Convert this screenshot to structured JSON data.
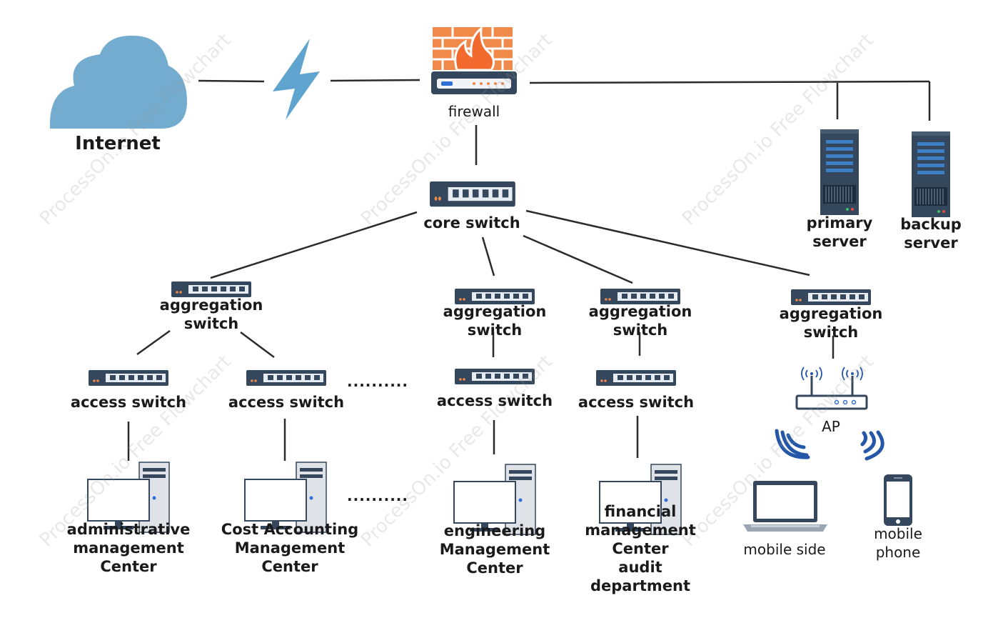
{
  "labels": {
    "internet": "Internet",
    "firewall": "firewall",
    "core_switch": "core switch",
    "primary_server": [
      "primary",
      "server"
    ],
    "backup_server": [
      "backup",
      "server"
    ],
    "aggregation_switch": [
      "aggregation",
      "switch"
    ],
    "access_switch": "access switch",
    "ap": "AP",
    "mobile_side": "mobile side",
    "mobile_phone": [
      "mobile",
      "phone"
    ],
    "ellipsis": "..........",
    "centers": {
      "administrative": [
        "administrative",
        "management",
        "Center"
      ],
      "cost_accounting": [
        "Cost Accounting",
        "Management",
        "Center"
      ],
      "engineering": [
        "engineering",
        "Management",
        "Center"
      ],
      "financial": [
        "financial",
        "management",
        "Center",
        "audit",
        "department"
      ]
    }
  },
  "watermark": "ProcessOn.io Free Flowchart",
  "colors": {
    "cloud": "#74acd0",
    "lightning": "#5fa3cf",
    "switch_body": "#35475c",
    "port": "#e7ecf2",
    "brick": "#f08a4b",
    "flame": "#f26a2e",
    "wifi": "#2457a8",
    "line": "#2b2b2b"
  }
}
